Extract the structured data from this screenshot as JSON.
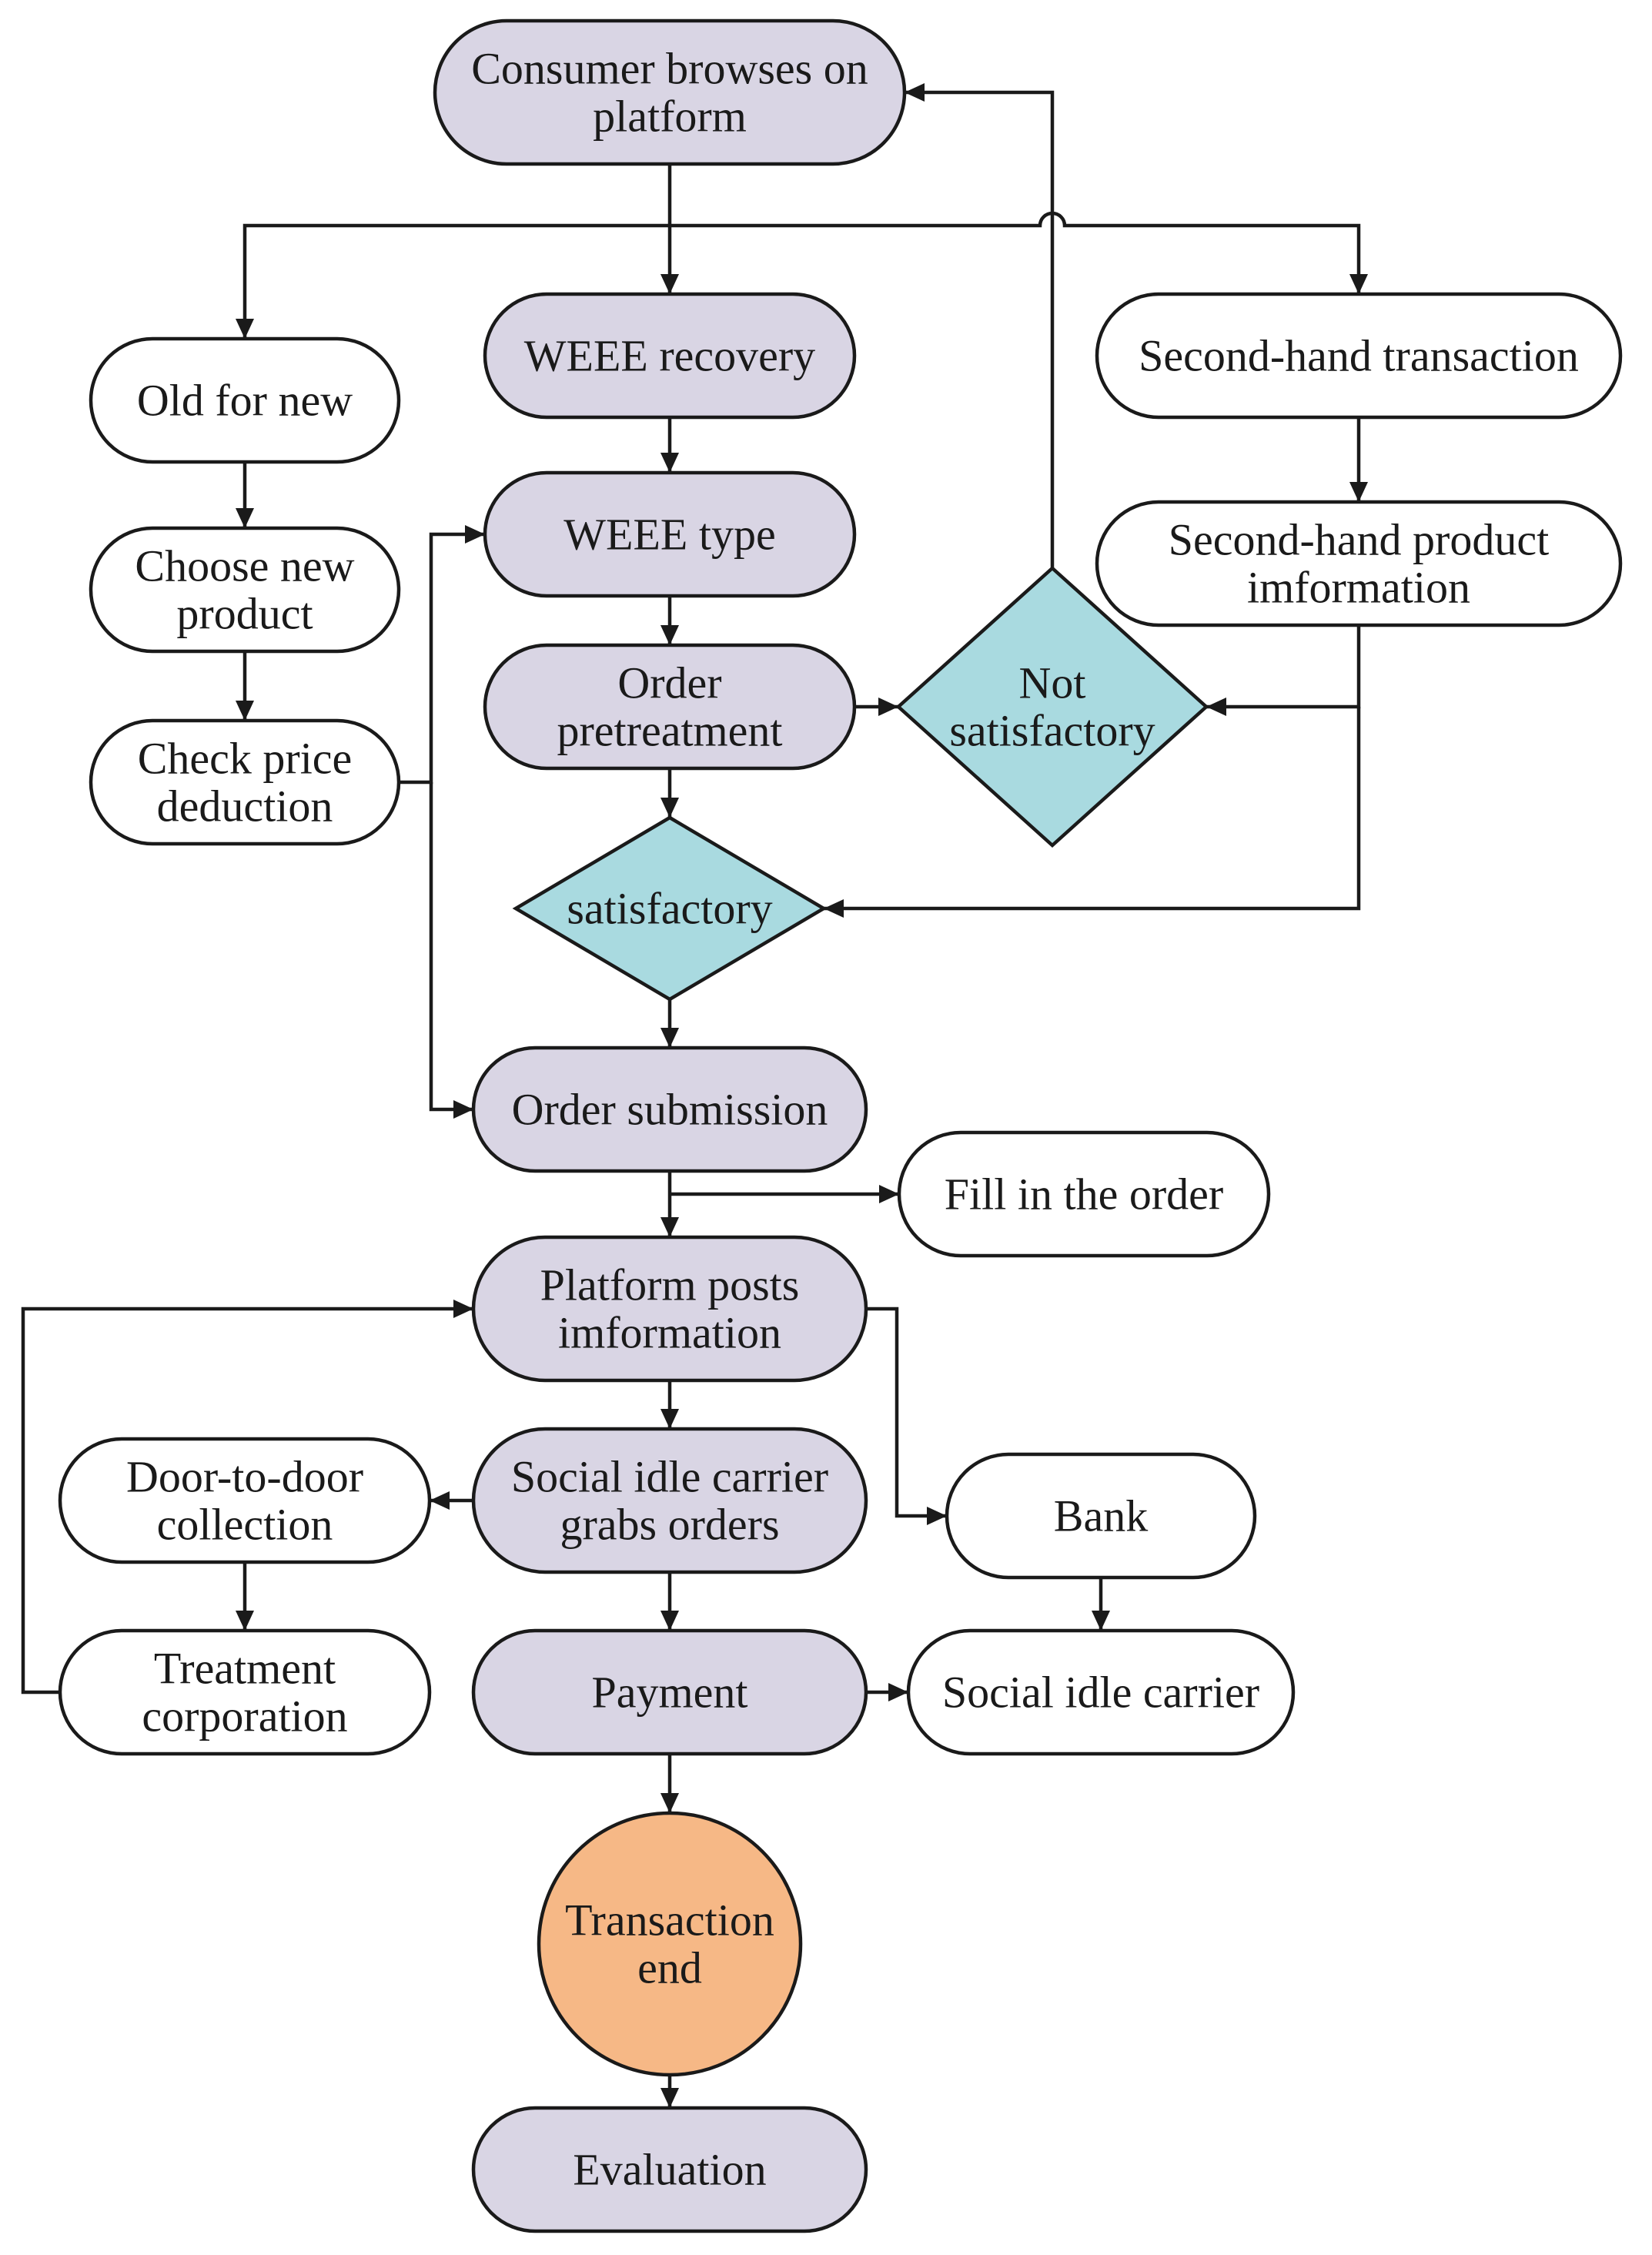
{
  "colors": {
    "process": "#d9d5e4",
    "decision": "#a9dae0",
    "terminal": "#f6b886",
    "option": "#ffffff",
    "stroke": "#1a1a1a"
  },
  "nodes": [
    {
      "id": "consumer",
      "lines": [
        "Consumer browses on",
        "platform"
      ],
      "kind": "process"
    },
    {
      "id": "old-for-new",
      "lines": [
        "Old for new"
      ],
      "kind": "option"
    },
    {
      "id": "weee-recovery",
      "lines": [
        "WEEE recovery"
      ],
      "kind": "process"
    },
    {
      "id": "second-hand",
      "lines": [
        "Second-hand transaction"
      ],
      "kind": "option"
    },
    {
      "id": "choose-new",
      "lines": [
        "Choose new",
        "product"
      ],
      "kind": "option"
    },
    {
      "id": "weee-type",
      "lines": [
        "WEEE type"
      ],
      "kind": "process"
    },
    {
      "id": "second-hand-info",
      "lines": [
        "Second-hand product",
        "imformation"
      ],
      "kind": "option"
    },
    {
      "id": "check-price",
      "lines": [
        "Check price",
        "deduction"
      ],
      "kind": "option"
    },
    {
      "id": "order-pretreatment",
      "lines": [
        "Order",
        "pretreatment"
      ],
      "kind": "process"
    },
    {
      "id": "not-satisfactory",
      "lines": [
        "Not",
        "satisfactory"
      ],
      "kind": "decision"
    },
    {
      "id": "satisfactory",
      "lines": [
        "satisfactory"
      ],
      "kind": "decision"
    },
    {
      "id": "order-submission",
      "lines": [
        "Order submission"
      ],
      "kind": "process"
    },
    {
      "id": "fill-order",
      "lines": [
        "Fill in the order"
      ],
      "kind": "option"
    },
    {
      "id": "platform-posts",
      "lines": [
        "Platform posts",
        "imformation"
      ],
      "kind": "process"
    },
    {
      "id": "door-to-door",
      "lines": [
        "Door-to-door",
        "collection"
      ],
      "kind": "option"
    },
    {
      "id": "carrier-grabs",
      "lines": [
        "Social idle carrier",
        "grabs orders"
      ],
      "kind": "process"
    },
    {
      "id": "bank",
      "lines": [
        "Bank"
      ],
      "kind": "option"
    },
    {
      "id": "treatment",
      "lines": [
        "Treatment",
        "corporation"
      ],
      "kind": "option"
    },
    {
      "id": "payment",
      "lines": [
        "Payment"
      ],
      "kind": "process"
    },
    {
      "id": "social-carrier",
      "lines": [
        "Social idle carrier"
      ],
      "kind": "option"
    },
    {
      "id": "transaction-end",
      "lines": [
        "Transaction",
        "end"
      ],
      "kind": "terminal"
    },
    {
      "id": "evaluation",
      "lines": [
        "Evaluation"
      ],
      "kind": "process"
    }
  ],
  "edges": [
    {
      "from": "consumer",
      "to": "weee-recovery"
    },
    {
      "from": "consumer",
      "to": "old-for-new"
    },
    {
      "from": "consumer",
      "to": "second-hand"
    },
    {
      "from": "old-for-new",
      "to": "choose-new"
    },
    {
      "from": "choose-new",
      "to": "check-price"
    },
    {
      "from": "check-price",
      "to": "weee-type"
    },
    {
      "from": "check-price",
      "to": "order-submission"
    },
    {
      "from": "weee-recovery",
      "to": "weee-type"
    },
    {
      "from": "weee-type",
      "to": "order-pretreatment"
    },
    {
      "from": "order-pretreatment",
      "to": "not-satisfactory"
    },
    {
      "from": "not-satisfactory",
      "to": "consumer"
    },
    {
      "from": "order-pretreatment",
      "to": "satisfactory"
    },
    {
      "from": "second-hand",
      "to": "second-hand-info"
    },
    {
      "from": "second-hand-info",
      "to": "not-satisfactory"
    },
    {
      "from": "second-hand-info",
      "to": "satisfactory"
    },
    {
      "from": "satisfactory",
      "to": "order-submission"
    },
    {
      "from": "order-submission",
      "to": "platform-posts"
    },
    {
      "from": "order-submission",
      "to": "fill-order"
    },
    {
      "from": "platform-posts",
      "to": "carrier-grabs"
    },
    {
      "from": "platform-posts",
      "to": "bank"
    },
    {
      "from": "carrier-grabs",
      "to": "door-to-door"
    },
    {
      "from": "door-to-door",
      "to": "treatment"
    },
    {
      "from": "treatment",
      "to": "platform-posts"
    },
    {
      "from": "carrier-grabs",
      "to": "payment"
    },
    {
      "from": "bank",
      "to": "social-carrier"
    },
    {
      "from": "payment",
      "to": "social-carrier"
    },
    {
      "from": "payment",
      "to": "transaction-end"
    },
    {
      "from": "transaction-end",
      "to": "evaluation"
    }
  ]
}
